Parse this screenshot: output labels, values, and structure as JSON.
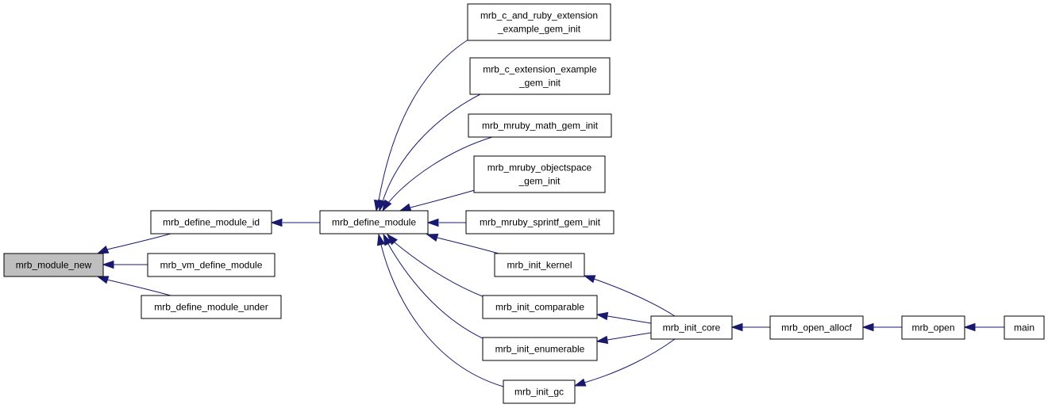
{
  "colors": {
    "edge": "#191970",
    "root_fill": "#bfbfbf",
    "node_fill": "#ffffff",
    "border": "#000000"
  },
  "nodes": [
    {
      "id": "mrb_module_new",
      "lines": [
        "mrb_module_new"
      ],
      "root": true
    },
    {
      "id": "mrb_define_module_id",
      "lines": [
        "mrb_define_module_id"
      ]
    },
    {
      "id": "mrb_vm_define_module",
      "lines": [
        "mrb_vm_define_module"
      ]
    },
    {
      "id": "mrb_define_module_under",
      "lines": [
        "mrb_define_module_under"
      ]
    },
    {
      "id": "mrb_define_module",
      "lines": [
        "mrb_define_module"
      ]
    },
    {
      "id": "mrb_c_and_ruby_extension_example_gem_init",
      "lines": [
        "mrb_c_and_ruby_extension",
        "_example_gem_init"
      ]
    },
    {
      "id": "mrb_c_extension_example_gem_init",
      "lines": [
        "mrb_c_extension_example",
        "_gem_init"
      ]
    },
    {
      "id": "mrb_mruby_math_gem_init",
      "lines": [
        "mrb_mruby_math_gem_init"
      ]
    },
    {
      "id": "mrb_mruby_objectspace_gem_init",
      "lines": [
        "mrb_mruby_objectspace",
        "_gem_init"
      ]
    },
    {
      "id": "mrb_mruby_sprintf_gem_init",
      "lines": [
        "mrb_mruby_sprintf_gem_init"
      ]
    },
    {
      "id": "mrb_init_kernel",
      "lines": [
        "mrb_init_kernel"
      ]
    },
    {
      "id": "mrb_init_comparable",
      "lines": [
        "mrb_init_comparable"
      ]
    },
    {
      "id": "mrb_init_enumerable",
      "lines": [
        "mrb_init_enumerable"
      ]
    },
    {
      "id": "mrb_init_gc",
      "lines": [
        "mrb_init_gc"
      ]
    },
    {
      "id": "mrb_init_core",
      "lines": [
        "mrb_init_core"
      ]
    },
    {
      "id": "mrb_open_allocf",
      "lines": [
        "mrb_open_allocf"
      ]
    },
    {
      "id": "mrb_open",
      "lines": [
        "mrb_open"
      ]
    },
    {
      "id": "main",
      "lines": [
        "main"
      ]
    }
  ],
  "edges": [
    {
      "from": "mrb_define_module_id",
      "to": "mrb_module_new"
    },
    {
      "from": "mrb_vm_define_module",
      "to": "mrb_module_new"
    },
    {
      "from": "mrb_define_module_under",
      "to": "mrb_module_new"
    },
    {
      "from": "mrb_define_module",
      "to": "mrb_define_module_id"
    },
    {
      "from": "mrb_c_and_ruby_extension_example_gem_init",
      "to": "mrb_define_module"
    },
    {
      "from": "mrb_c_extension_example_gem_init",
      "to": "mrb_define_module"
    },
    {
      "from": "mrb_mruby_math_gem_init",
      "to": "mrb_define_module"
    },
    {
      "from": "mrb_mruby_objectspace_gem_init",
      "to": "mrb_define_module"
    },
    {
      "from": "mrb_mruby_sprintf_gem_init",
      "to": "mrb_define_module"
    },
    {
      "from": "mrb_init_kernel",
      "to": "mrb_define_module"
    },
    {
      "from": "mrb_init_comparable",
      "to": "mrb_define_module"
    },
    {
      "from": "mrb_init_enumerable",
      "to": "mrb_define_module"
    },
    {
      "from": "mrb_init_gc",
      "to": "mrb_define_module"
    },
    {
      "from": "mrb_init_core",
      "to": "mrb_init_kernel"
    },
    {
      "from": "mrb_init_core",
      "to": "mrb_init_comparable"
    },
    {
      "from": "mrb_init_core",
      "to": "mrb_init_enumerable"
    },
    {
      "from": "mrb_init_core",
      "to": "mrb_init_gc"
    },
    {
      "from": "mrb_open_allocf",
      "to": "mrb_init_core"
    },
    {
      "from": "mrb_open",
      "to": "mrb_open_allocf"
    },
    {
      "from": "main",
      "to": "mrb_open"
    }
  ]
}
